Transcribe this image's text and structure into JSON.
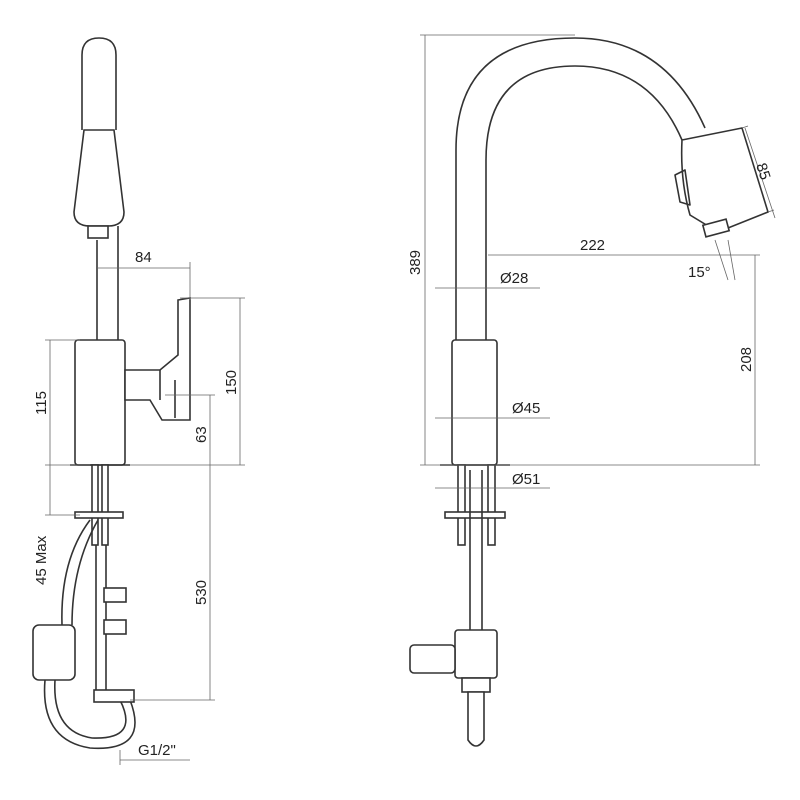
{
  "title": "Kitchen faucet with pull-out spray – technical drawing",
  "side_view": {
    "dim_handle_reach": "84",
    "dim_body_height": "115",
    "dim_handle_height": "150",
    "dim_handle_axis": "63",
    "dim_counter_thickness": "45 Max",
    "dim_hose_length": "530",
    "dim_thread": "G1/2\""
  },
  "front_view": {
    "dim_total_height": "389",
    "dim_spray_head": "85",
    "dim_reach": "222",
    "dim_angle": "15°",
    "dim_spout_diameter": "Ø28",
    "dim_outlet_height": "208",
    "dim_body_diameter": "Ø45",
    "dim_base_diameter": "Ø51"
  }
}
